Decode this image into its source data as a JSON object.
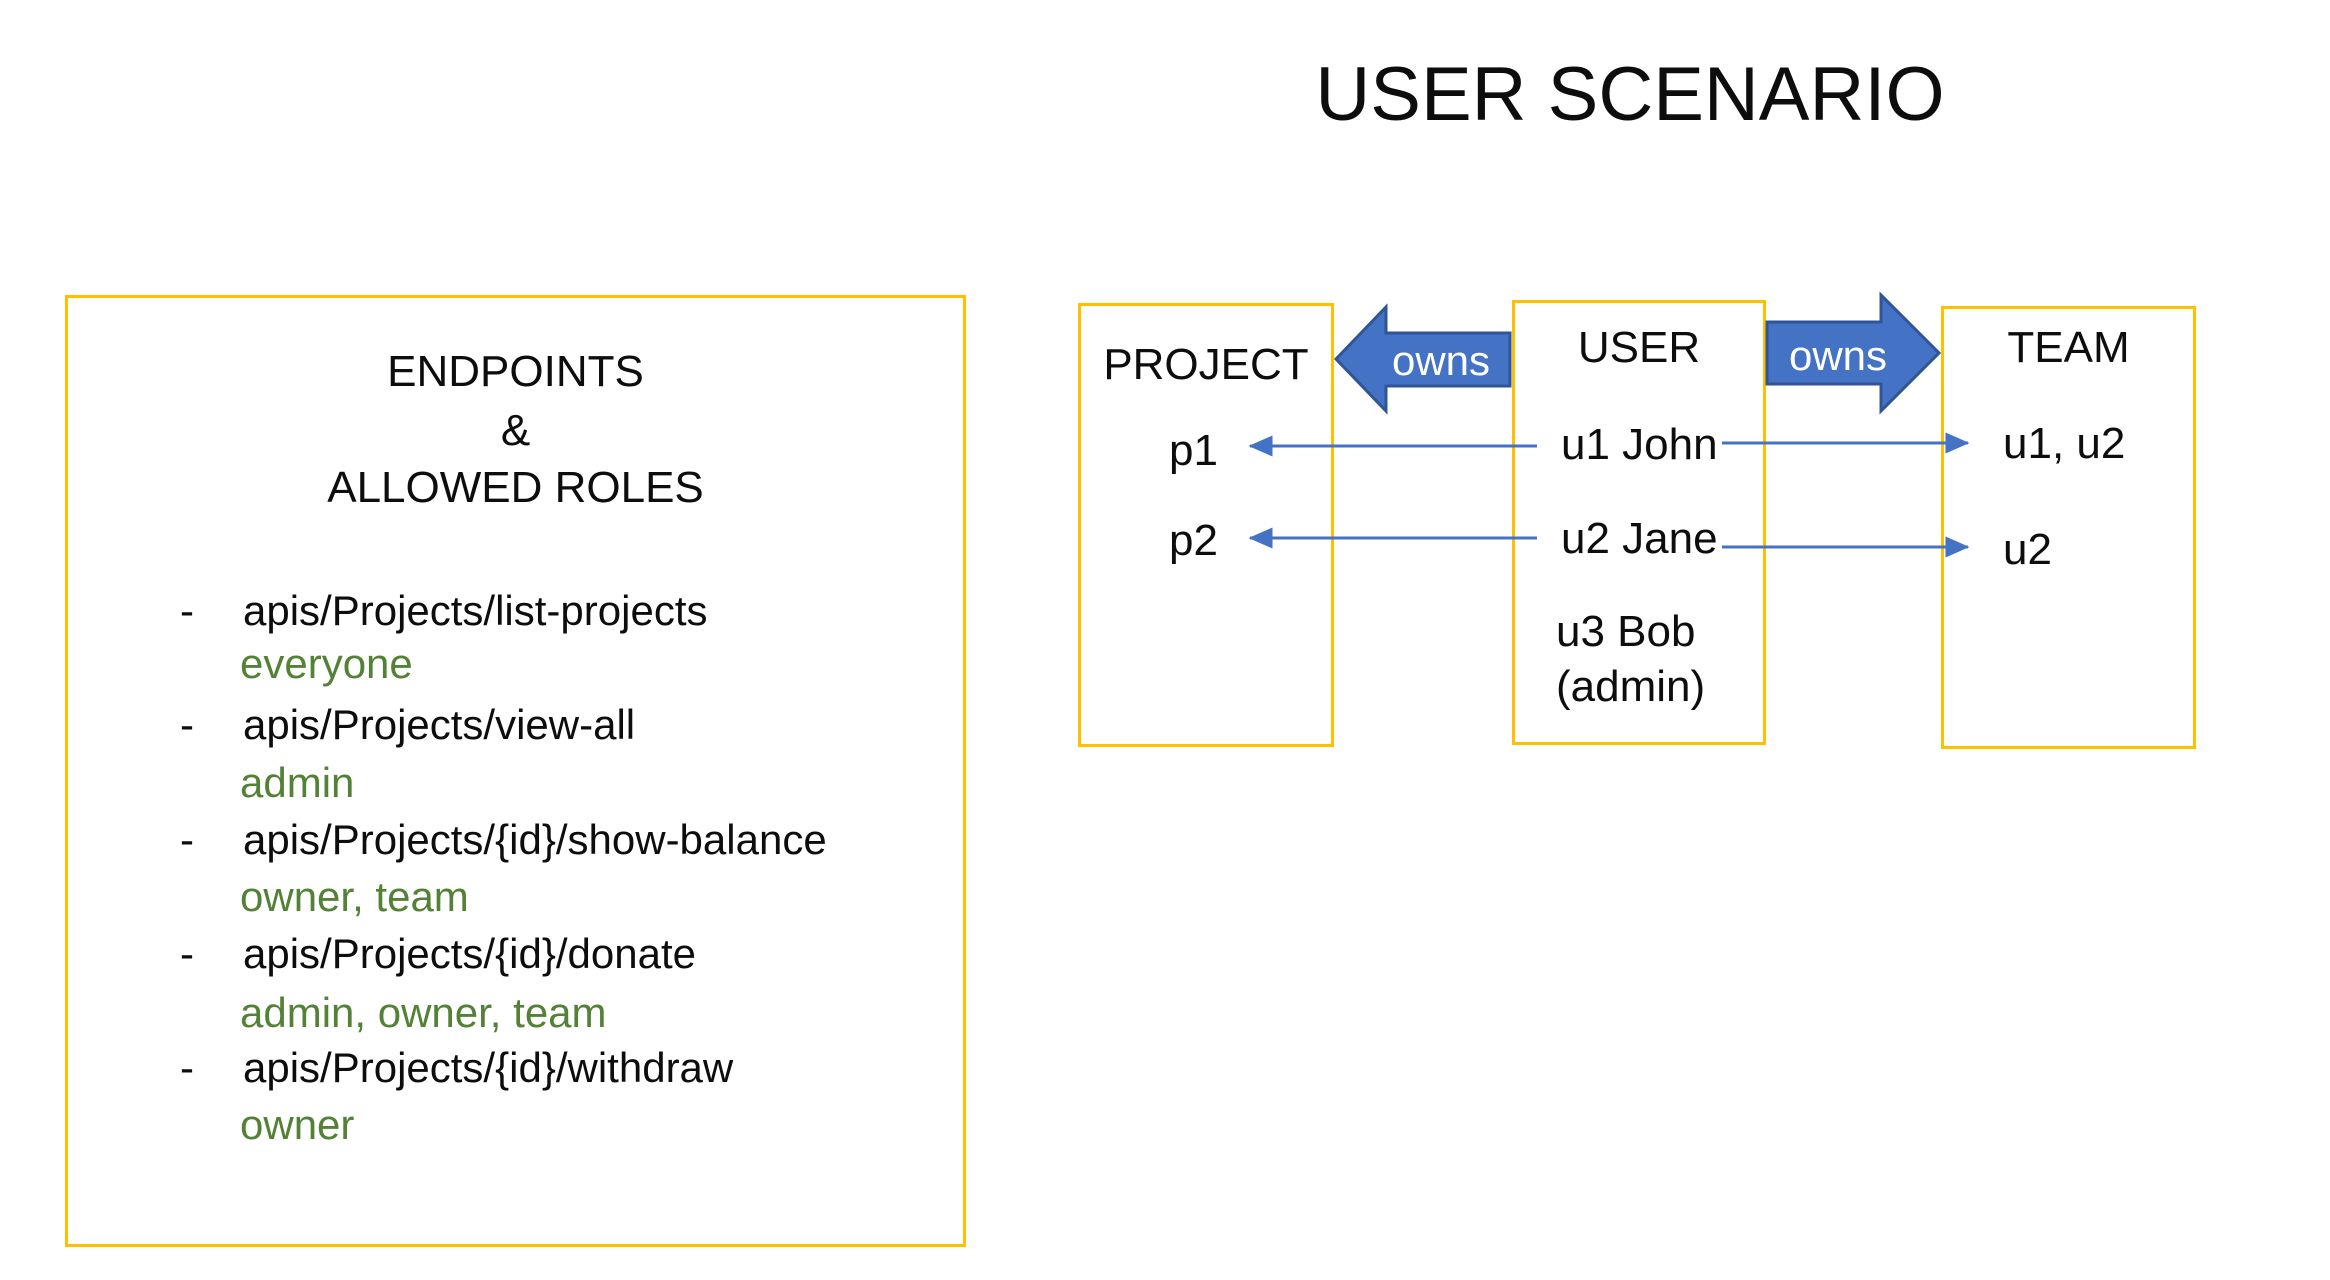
{
  "title": "USER SCENARIO",
  "colors": {
    "box_border": "#FFC000",
    "arrow_fill": "#4472C4",
    "arrow_outline": "#2F5597",
    "connector": "#4472C4",
    "role_green": "#538135",
    "text": "#0D0D0D",
    "owns_text": "#FFFFFF"
  },
  "endpoints_panel": {
    "heading": {
      "line1": "ENDPOINTS",
      "line2": "&",
      "line3": "ALLOWED ROLES"
    },
    "bullet": "-",
    "items": [
      {
        "path": "apis/Projects/list-projects",
        "roles": "everyone"
      },
      {
        "path": "apis/Projects/view-all",
        "roles": "admin"
      },
      {
        "path": "apis/Projects/{id}/show-balance",
        "roles": "owner, team"
      },
      {
        "path": "apis/Projects/{id}/donate",
        "roles": "admin, owner, team"
      },
      {
        "path": "apis/Projects/{id}/withdraw",
        "roles": "owner"
      }
    ]
  },
  "diagram": {
    "project_box": {
      "label": "PROJECT",
      "rows": [
        "p1",
        "p2"
      ]
    },
    "user_box": {
      "label": "USER",
      "rows": [
        "u1 John",
        "u2 Jane",
        "u3 Bob",
        "(admin)"
      ]
    },
    "team_box": {
      "label": "TEAM",
      "rows": [
        "u1, u2",
        "u2"
      ]
    },
    "owns_left": "owns",
    "owns_right": "owns"
  }
}
